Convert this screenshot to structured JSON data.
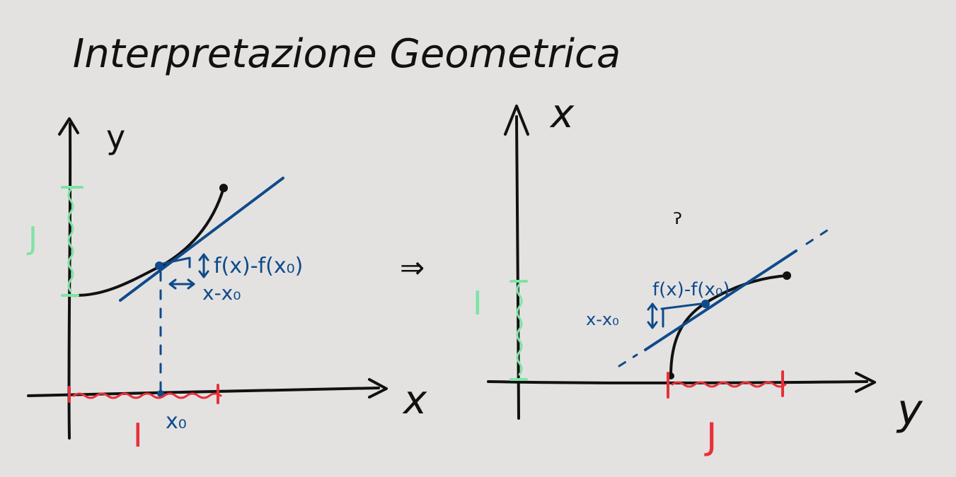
{
  "title": "Interpretazione Geometrica",
  "colors": {
    "background": "#e3e2e1",
    "ink": "#111111",
    "blue": "#0f4a8a",
    "green": "#7fe3a4",
    "red": "#e8303a"
  },
  "left_graph": {
    "x_axis_label": "x",
    "y_axis_label": "y",
    "interval_x_label": "I",
    "interval_y_label": "J",
    "point_label": "x₀",
    "increment_y_label": "f(x)-f(x₀)",
    "increment_x_label": "x-x₀"
  },
  "transform_arrow": "⇒",
  "right_graph": {
    "x_axis_label": "y",
    "y_axis_label": "x",
    "interval_x_label": "J",
    "interval_y_label": "I",
    "increment_y_label": "x-x₀",
    "increment_x_label": "f(x)-f(x₀)",
    "stray_mark": "ˀ"
  }
}
